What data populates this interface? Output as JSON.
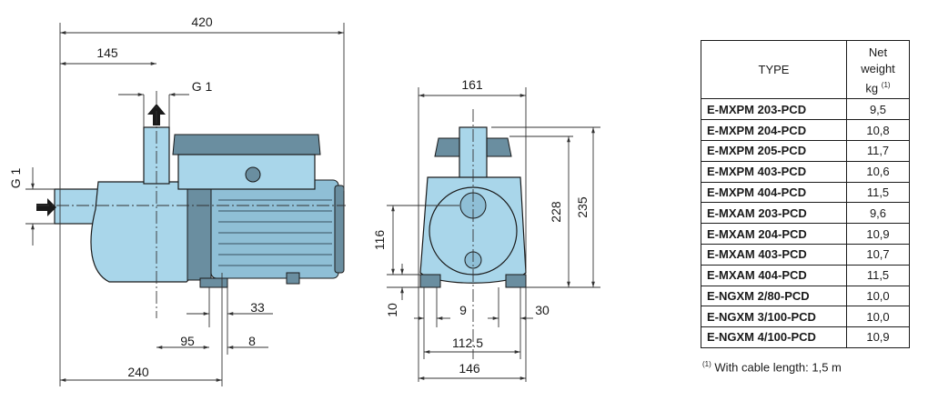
{
  "dimensions": {
    "side": {
      "d420": "420",
      "d145": "145",
      "g1_top": "G 1",
      "g1_left": "G 1",
      "d33": "33",
      "d95": "95",
      "d8": "8",
      "d240": "240"
    },
    "front": {
      "d161": "161",
      "d228": "228",
      "d235": "235",
      "d116": "116",
      "d10": "10",
      "d9": "9",
      "d30": "30",
      "d112_5": "112.5",
      "d146": "146"
    }
  },
  "table": {
    "header_type": "TYPE",
    "header_weight_line1": "Net",
    "header_weight_line2": "weight",
    "header_weight_unit": "kg",
    "header_weight_note": "(1)",
    "rows": [
      {
        "type": "E-MXPM 203-PCD",
        "weight": "9,5"
      },
      {
        "type": "E-MXPM 204-PCD",
        "weight": "10,8"
      },
      {
        "type": "E-MXPM 205-PCD",
        "weight": "11,7"
      },
      {
        "type": "E-MXPM 403-PCD",
        "weight": "10,6"
      },
      {
        "type": "E-MXPM 404-PCD",
        "weight": "11,5"
      },
      {
        "type": "E-MXAM 203-PCD",
        "weight": "9,6"
      },
      {
        "type": "E-MXAM 204-PCD",
        "weight": "10,9"
      },
      {
        "type": "E-MXAM 403-PCD",
        "weight": "10,7"
      },
      {
        "type": "E-MXAM 404-PCD",
        "weight": "11,5"
      },
      {
        "type": "E-NGXM 2/80-PCD",
        "weight": "10,0"
      },
      {
        "type": "E-NGXM 3/100-PCD",
        "weight": "10,0"
      },
      {
        "type": "E-NGXM 4/100-PCD",
        "weight": "10,9"
      }
    ]
  },
  "footnote": {
    "mark": "(1)",
    "text": "With cable length: 1,5 m"
  },
  "colors": {
    "pump_body": "#a9d6ea",
    "pump_dark": "#6a8ea0",
    "arrow": "#1a1a1a"
  }
}
